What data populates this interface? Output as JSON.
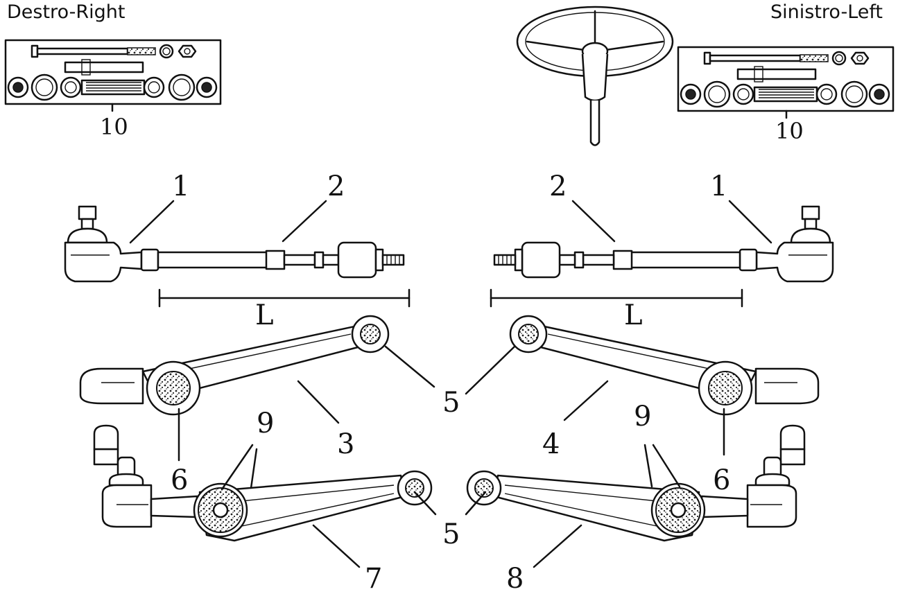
{
  "titles": {
    "left": "Destro-Right",
    "right": "Sinistro-Left"
  },
  "callouts": {
    "kit": "10",
    "tie_rod_end": "1",
    "tie_rod": "2",
    "dimension": "L",
    "arm_right": "3",
    "arm_left": "4",
    "bushing_small": "5",
    "bushing_large": "6",
    "lower_arm_right": "7",
    "lower_arm_left": "8",
    "clip": "9"
  }
}
